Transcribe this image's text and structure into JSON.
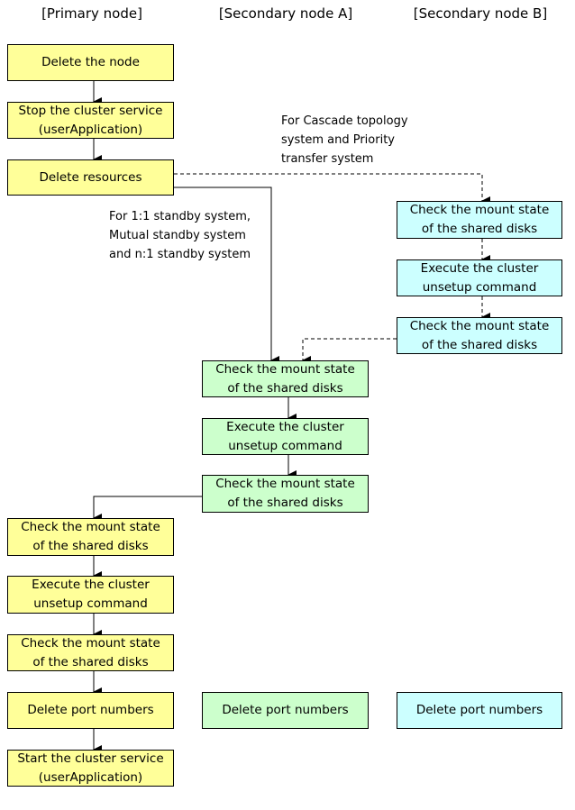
{
  "headers": {
    "primary": "[Primary node]",
    "secondary_a": "[Secondary node A]",
    "secondary_b": "[Secondary node B]"
  },
  "primary": {
    "delete_node": "Delete the node",
    "stop_service": "Stop the cluster service\n(userApplication)",
    "delete_resources": "Delete resources",
    "check_mount_1": "Check the mount state\nof the shared disks",
    "execute_unsetup": "Execute the cluster\nunsetup command",
    "check_mount_2": "Check the mount state\nof the shared disks",
    "delete_ports": "Delete port numbers",
    "start_service": "Start the cluster service\n(userApplication)"
  },
  "secondary_a": {
    "check_mount_1": "Check the mount state\nof the shared disks",
    "execute_unsetup": "Execute the cluster\nunsetup command",
    "check_mount_2": "Check the mount state\nof the shared disks",
    "delete_ports": "Delete port numbers"
  },
  "secondary_b": {
    "check_mount_1": "Check the mount state\nof the shared disks",
    "execute_unsetup": "Execute the cluster\nunsetup command",
    "check_mount_2": "Check the mount state\nof the shared disks",
    "delete_ports": "Delete port numbers"
  },
  "notes": {
    "cascade": "For Cascade topology\nsystem and Priority\ntransfer system",
    "standby": "For 1:1 standby system,\nMutual standby system\nand n:1 standby system"
  },
  "colors": {
    "primary_fill": "#ffff99",
    "secondary_a_fill": "#ccffcc",
    "secondary_b_fill": "#ccffff",
    "line": "#000000"
  }
}
